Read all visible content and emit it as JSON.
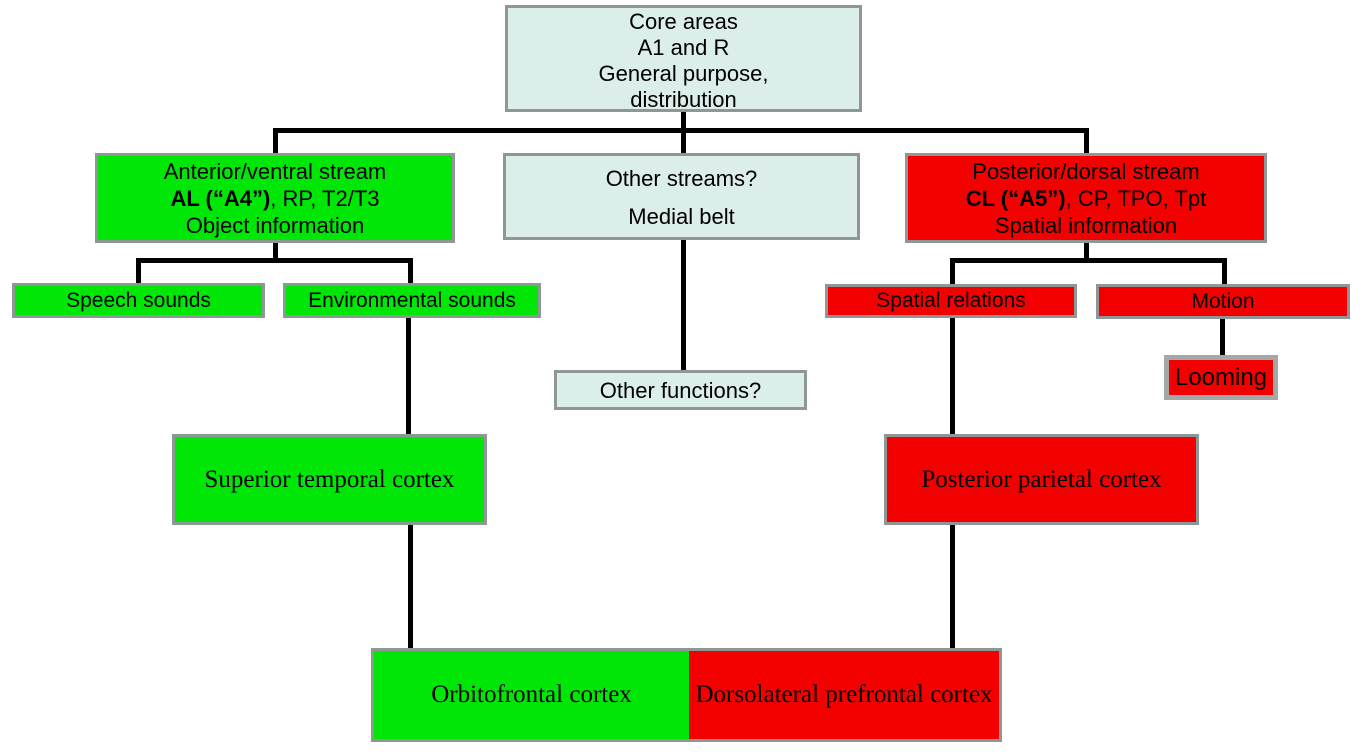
{
  "diagram": {
    "kind": "flowchart",
    "topic": "Auditory cortical processing streams",
    "colors": {
      "green": "#00e606",
      "red": "#f30000",
      "pale_cyan": "#dceeea",
      "box_border": "#8e9696",
      "looming_border": "#a3a8a8",
      "connector": "#000000",
      "background": "#ffffff"
    },
    "nodes": {
      "core": {
        "lines": [
          "Core areas",
          "A1 and R",
          "General purpose,",
          "distribution"
        ]
      },
      "anterior": {
        "line1": "Anterior/ventral stream",
        "line2_bold": "AL (“A4”)",
        "line2_rest": ", RP, T2/T3",
        "line3": "Object information"
      },
      "other_streams": {
        "line1": "Other streams?",
        "line2": "Medial belt"
      },
      "posterior": {
        "line1": "Posterior/dorsal stream",
        "line2_bold": "CL (“A5”)",
        "line2_rest": ", CP, TPO, Tpt",
        "line3": "Spatial information"
      },
      "speech": {
        "label": "Speech sounds"
      },
      "environmental": {
        "label": "Environmental sounds"
      },
      "spatial_relations": {
        "label": "Spatial relations"
      },
      "motion": {
        "label": "Motion"
      },
      "other_functions": {
        "label": "Other functions?"
      },
      "looming": {
        "label": "Looming"
      },
      "superior_temporal": {
        "label": "Superior temporal cortex"
      },
      "posterior_parietal": {
        "label": "Posterior parietal cortex"
      },
      "orbitofrontal": {
        "label": "Orbitofrontal cortex"
      },
      "dorsolateral": {
        "label": "Dorsolateral prefrontal cortex"
      }
    },
    "edges": [
      "core -> anterior",
      "core -> other_streams",
      "core -> posterior",
      "anterior -> speech",
      "anterior -> environmental",
      "posterior -> spatial_relations",
      "posterior -> motion",
      "other_streams -> other_functions",
      "environmental -> superior_temporal",
      "motion -> looming",
      "spatial_relations -> posterior_parietal",
      "superior_temporal -> orbitofrontal",
      "posterior_parietal -> dorsolateral"
    ]
  }
}
